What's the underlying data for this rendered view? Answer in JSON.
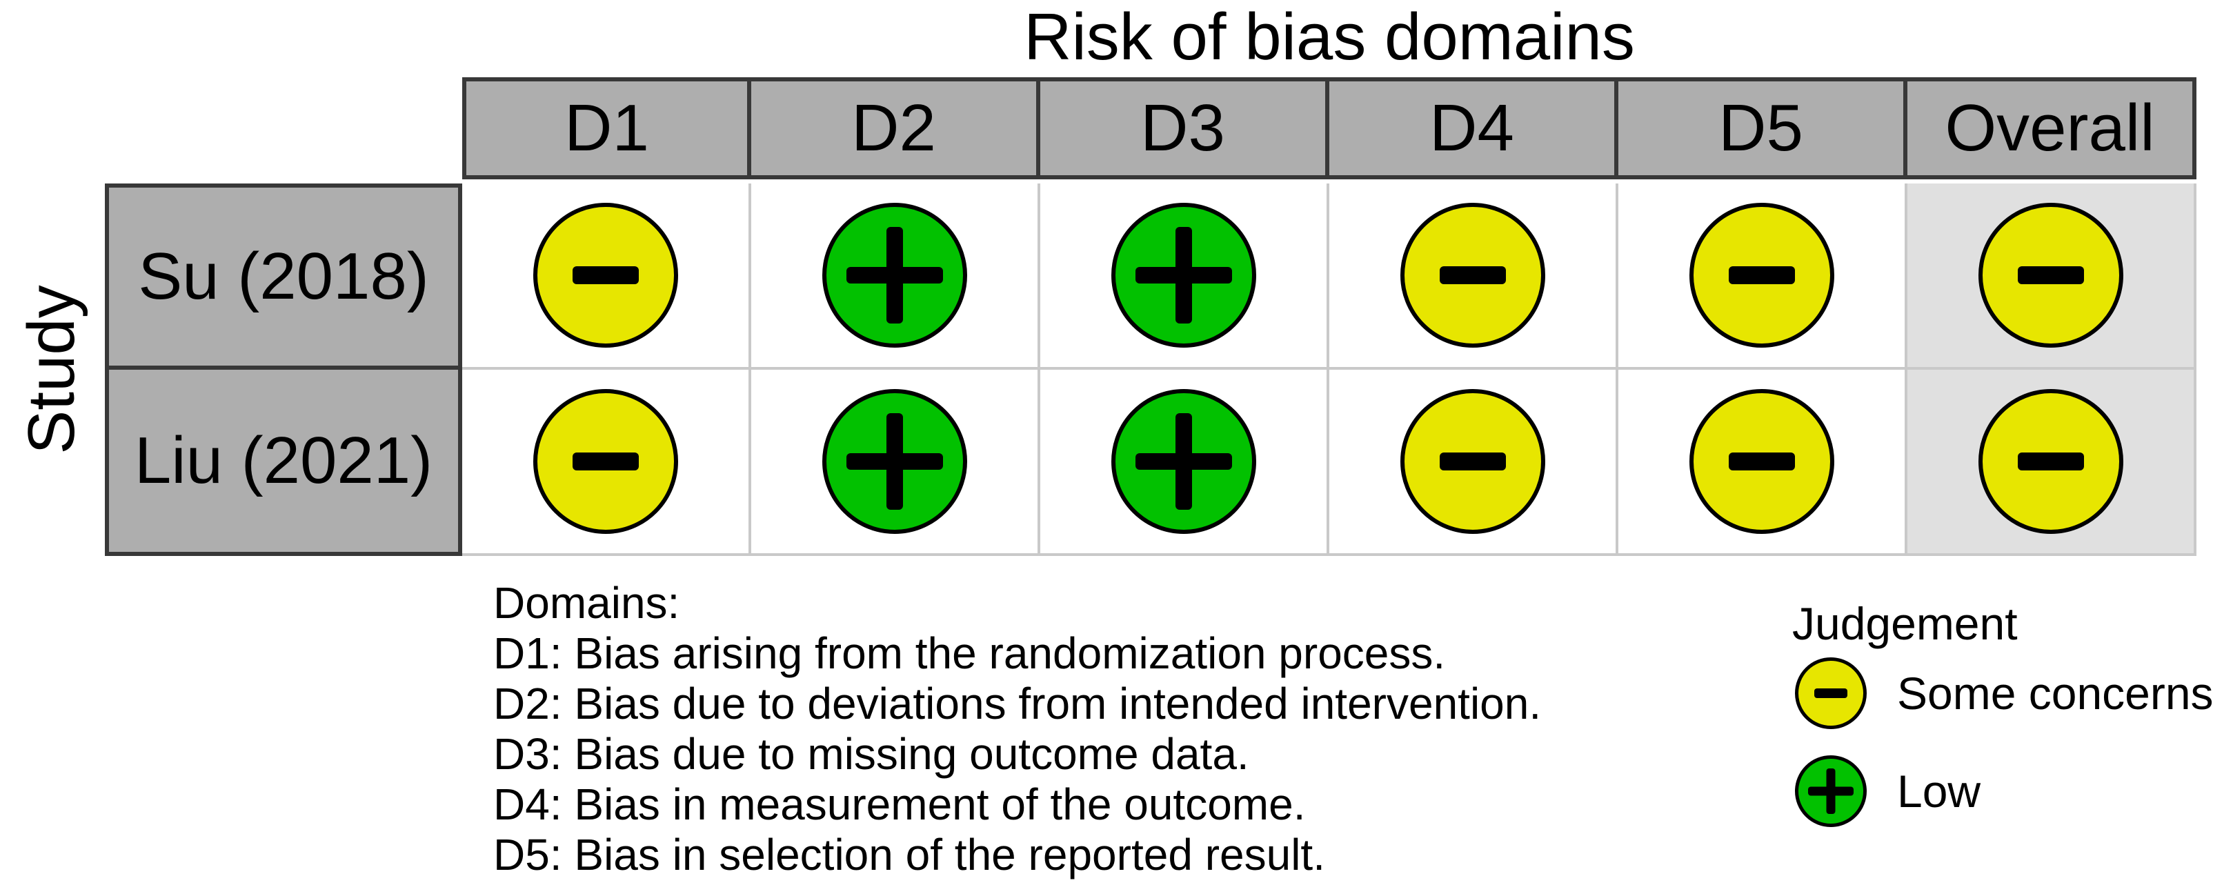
{
  "chart_data": {
    "type": "table",
    "title": "Risk of bias domains",
    "row_axis_label": "Study",
    "columns": [
      "D1",
      "D2",
      "D3",
      "D4",
      "D5",
      "Overall"
    ],
    "rows": [
      {
        "study": "Su (2018)",
        "judgements": [
          "some_concerns",
          "low",
          "low",
          "some_concerns",
          "some_concerns",
          "some_concerns"
        ]
      },
      {
        "study": "Liu (2021)",
        "judgements": [
          "some_concerns",
          "low",
          "low",
          "some_concerns",
          "some_concerns",
          "some_concerns"
        ]
      }
    ],
    "judgement_defs": {
      "some_concerns": {
        "label": "Some concerns",
        "symbol": "minus",
        "color": "#E7E600"
      },
      "low": {
        "label": "Low",
        "symbol": "plus",
        "color": "#02C100"
      }
    },
    "footnote": {
      "heading": "Domains:",
      "items": [
        "D1: Bias arising from the randomization process.",
        "D2: Bias due to deviations from intended intervention.",
        "D3: Bias due to missing outcome data.",
        "D4: Bias in measurement of the outcome.",
        "D5: Bias in selection of the reported result."
      ]
    },
    "legend": {
      "heading": "Judgement",
      "items": [
        {
          "judgement": "some_concerns",
          "label": "Some concerns"
        },
        {
          "judgement": "low",
          "label": "Low"
        }
      ]
    },
    "layout": {
      "grid": true,
      "legend_position": "bottom-right",
      "footnote_position": "bottom-left"
    }
  },
  "colors": {
    "canvas": "#FFFFFF",
    "text": "#000000",
    "header_bg": "#AEAEAE",
    "overall_cell_bg": "#E0E0E0",
    "border_dark": "#383838",
    "border_light": "#C9C9C9",
    "some_concerns": "#E7E600",
    "low": "#02C100"
  }
}
